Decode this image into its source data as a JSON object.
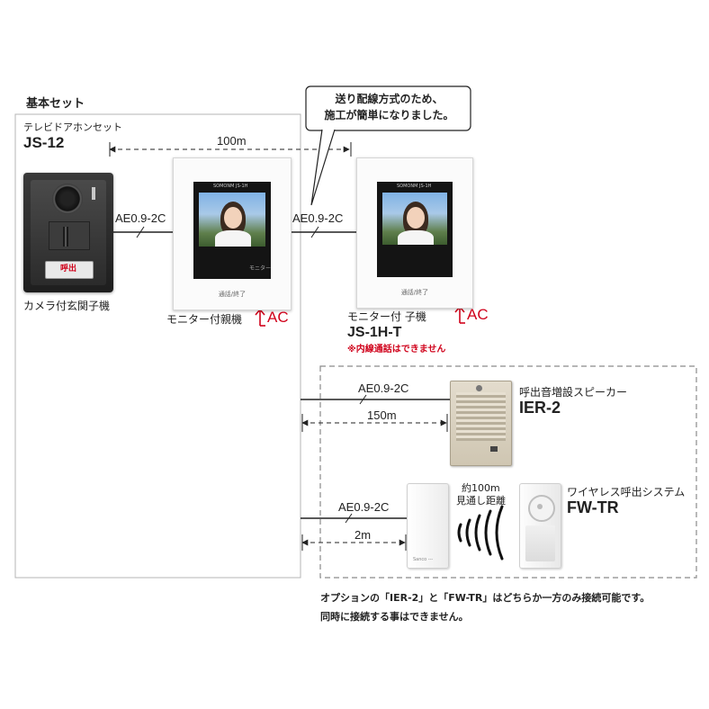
{
  "basic_set": {
    "heading": "基本セット",
    "set_caption": "テレビドアホンセット",
    "set_model": "JS-12",
    "distance_main": "100m",
    "door_station_label": "カメラ付玄関子機",
    "master_monitor_label": "モニター付親機",
    "cable_1": "AE0.9-2C",
    "cable_2": "AE0.9-2C",
    "ac_1": "AC",
    "ac_2": "AC"
  },
  "callout": {
    "line1": "送り配線方式のため、",
    "line2": "施工が簡単になりました。"
  },
  "sub_monitor": {
    "caption": "モニター付 子機",
    "model": "JS-1H-T",
    "note": "※内線通話はできません",
    "bottom_text": "通話/終了",
    "screen_brand": "SOMONM  JS-1H"
  },
  "master_monitor": {
    "bottom_text": "通話/終了",
    "screen_brand": "SOMONM  JS-1H",
    "side_text": "モニター"
  },
  "door_station": {
    "button_text": "呼出"
  },
  "option_speaker": {
    "caption": "呼出音増設スピーカー",
    "model": "IER-2",
    "cable": "AE0.9-2C",
    "distance": "150m"
  },
  "option_wireless": {
    "caption": "ワイヤレス呼出システム",
    "model": "FW-TR",
    "cable": "AE0.9-2C",
    "distance": "2m",
    "range_line1": "約100m",
    "range_line2": "見通し距離",
    "transmitter_text": "Sanco ---"
  },
  "footer": {
    "line1": "オプションの「IER-2」と「FW-TR」はどちらか一方のみ接続可能です。",
    "line2": "同時に接続する事はできません。"
  },
  "colors": {
    "line": "#222222",
    "dashed": "#8a8a8a",
    "accent_red": "#d0021b",
    "panel_border": "#b5b5b5"
  }
}
